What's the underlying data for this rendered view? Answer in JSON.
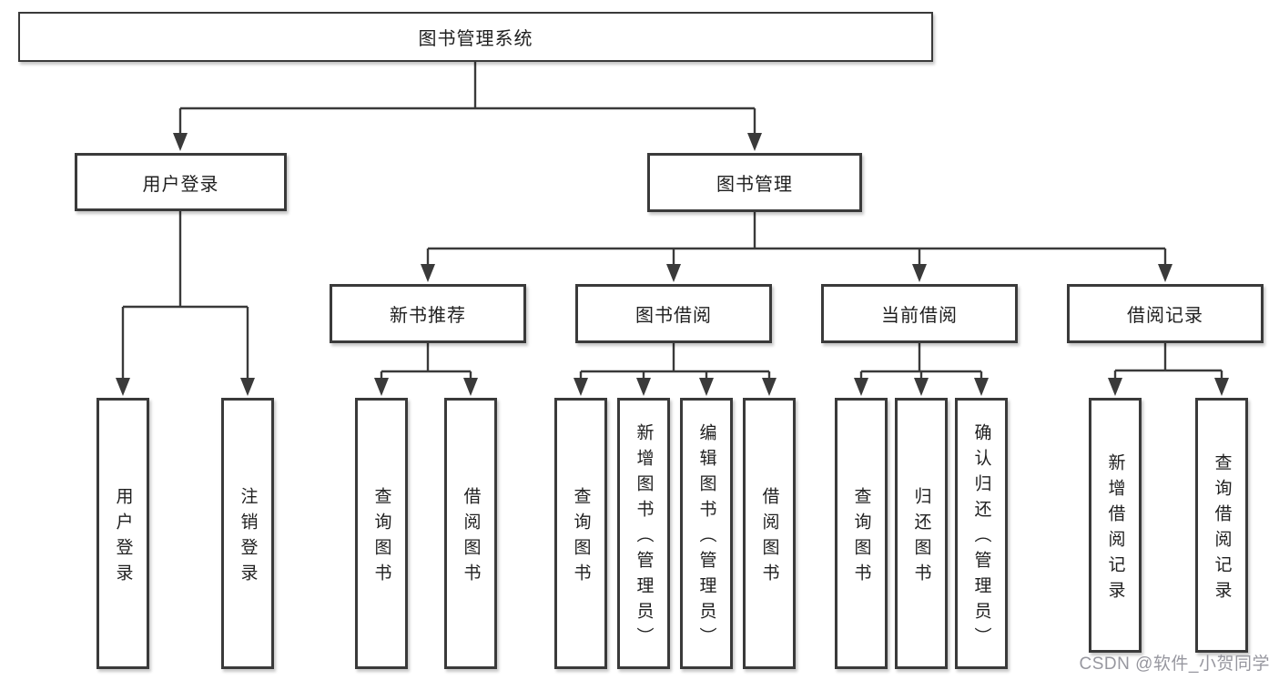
{
  "diagram": {
    "root": {
      "label": "图书管理系统"
    },
    "branches": [
      {
        "label": "用户登录",
        "children": [
          {
            "label": "用户登录"
          },
          {
            "label": "注销登录"
          }
        ]
      },
      {
        "label": "图书管理",
        "sections": [
          {
            "label": "新书推荐",
            "children": [
              {
                "label": "查询图书"
              },
              {
                "label": "借阅图书"
              }
            ]
          },
          {
            "label": "图书借阅",
            "children": [
              {
                "label": "查询图书"
              },
              {
                "label": "新增图书（管理员）"
              },
              {
                "label": "编辑图书（管理员）"
              },
              {
                "label": "借阅图书"
              }
            ]
          },
          {
            "label": "当前借阅",
            "children": [
              {
                "label": "查询图书"
              },
              {
                "label": "归还图书"
              },
              {
                "label": "确认归还（管理员）"
              }
            ]
          },
          {
            "label": "借阅记录",
            "children": [
              {
                "label": "新增借阅记录"
              },
              {
                "label": "查询借阅记录"
              }
            ]
          }
        ]
      }
    ],
    "watermark": "CSDN @软件_小贺同学",
    "colors": {
      "line": "#3a3a3a",
      "box_border": "#3a3a3a",
      "box_fill": "#ffffff",
      "text": "#1f1f1f",
      "watermark": "#97979f",
      "background": "#ffffff"
    }
  }
}
